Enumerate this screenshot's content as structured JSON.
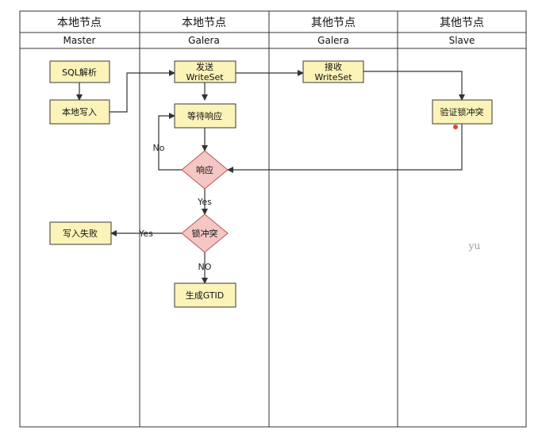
{
  "lanes": [
    {
      "title": "本地节点",
      "subtitle": "Master"
    },
    {
      "title": "本地节点",
      "subtitle": "Galera"
    },
    {
      "title": "其他节点",
      "subtitle": "Galera"
    },
    {
      "title": "其他节点",
      "subtitle": "Slave"
    }
  ],
  "nodes": {
    "sql_parse": "SQL解析",
    "local_write": "本地写入",
    "send_writeset": [
      "发送",
      "WriteSet"
    ],
    "recv_writeset": [
      "接收",
      "WriteSet"
    ],
    "wait_response": "等待响应",
    "verify_lock": "验证锁冲突",
    "response": "响应",
    "lock_conflict": "锁冲突",
    "write_fail": "写入失败",
    "gen_gtid": "生成GTID"
  },
  "edge_labels": {
    "no_loop": "No",
    "yes_down": "Yes",
    "yes_left": "Yes",
    "no_down": "NO"
  },
  "colors": {
    "process_fill": "#fbf3b8",
    "decision_fill": "#f4c6c4",
    "decision_stroke": "#b85450",
    "cursor_dot": "#e0453a"
  },
  "watermark": "yu"
}
